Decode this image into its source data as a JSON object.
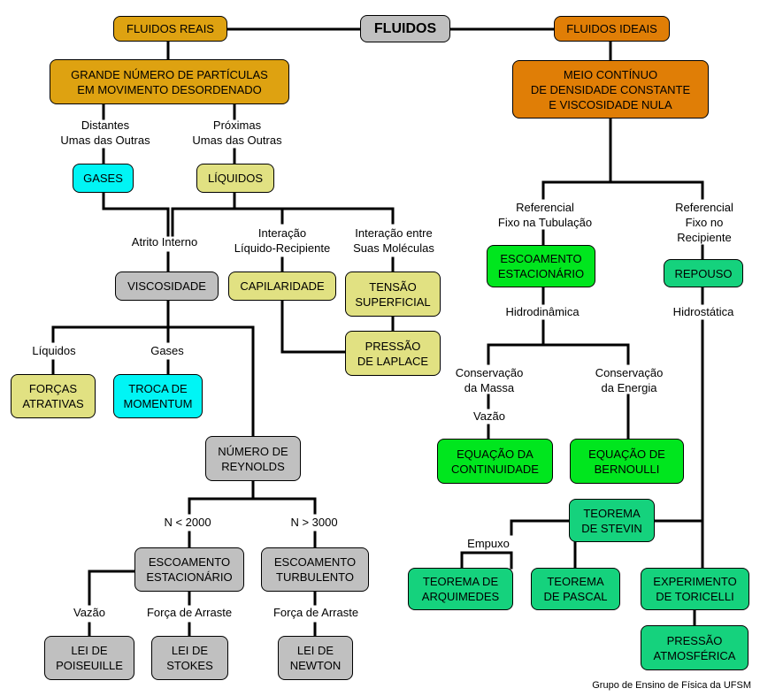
{
  "colors": {
    "real": "#dea211",
    "ideal": "#e07e06",
    "gray": "#c0c0c0",
    "khaki": "#e1e182",
    "cyan": "#00f5f5",
    "green": "#00e61e",
    "teal": "#15d27d",
    "line": "#000000"
  },
  "nodes": {
    "fluidos": "FLUIDOS",
    "fluidos_reais": "FLUIDOS REAIS",
    "fluidos_ideais": "FLUIDOS IDEAIS",
    "grande_numero": "GRANDE NÚMERO DE PARTÍCULAS\nEM MOVIMENTO DESORDENADO",
    "meio_continuo": "MEIO CONTÍNUO\nDE DENSIDADE CONSTANTE\nE VISCOSIDADE NULA",
    "gases": "GASES",
    "liquidos": "LÍQUIDOS",
    "viscosidade": "VISCOSIDADE",
    "capilaridade": "CAPILARIDADE",
    "tensao_superficial": "TENSÃO\nSUPERFICIAL",
    "pressao_laplace": "PRESSÃO\nDE LAPLACE",
    "forcas_atrativas": "FORÇAS\nATRATIVAS",
    "troca_momentum": "TROCA DE\nMOMENTUM",
    "numero_reynolds": "NÚMERO DE\nREYNOLDS",
    "escoamento_estacionario_r": "ESCOAMENTO\nESTACIONÁRIO",
    "escoamento_turbulento": "ESCOAMENTO\nTURBULENTO",
    "lei_poiseuille": "LEI DE\nPOISEUILLE",
    "lei_stokes": "LEI DE\nSTOKES",
    "lei_newton": "LEI DE\nNEWTON",
    "escoamento_estacionario_i": "ESCOAMENTO\nESTACIONÁRIO",
    "repouso": "REPOUSO",
    "equacao_continuidade": "EQUAÇÃO DA\nCONTINUIDADE",
    "equacao_bernoulli": "EQUAÇÃO DE\nBERNOULLI",
    "teorema_stevin": "TEOREMA\nDE STEVIN",
    "teorema_arquimedes": "TEOREMA DE\nARQUIMEDES",
    "teorema_pascal": "TEOREMA\nDE PASCAL",
    "experimento_toricelli": "EXPERIMENTO\nDE TORICELLI",
    "pressao_atmosferica": "PRESSÃO\nATMOSFÉRICA"
  },
  "labels": {
    "distantes": "Distantes\nUmas das Outras",
    "proximas": "Próximas\nUmas das Outras",
    "atrito_interno": "Atrito Interno",
    "interacao_lr": "Interação\nLíquido-Recipiente",
    "interacao_mol": "Interação entre\nSuas Moléculas",
    "liquidos": "Líquidos",
    "gases": "Gases",
    "n_menor": "N < 2000",
    "n_maior": "N > 3000",
    "vazao_r": "Vazão",
    "forca_arraste_1": "Força de Arraste",
    "forca_arraste_2": "Força de Arraste",
    "ref_tubulacao": "Referencial\nFixo na Tubulação",
    "ref_recipiente": "Referencial\nFixo no\nRecipiente",
    "hidrodinamica": "Hidrodinâmica",
    "hidrostatica": "Hidrostática",
    "cons_massa": "Conservação\nda Massa",
    "cons_energia": "Conservação\nda Energia",
    "vazao_i": "Vazão",
    "empuxo": "Empuxo"
  },
  "footer": {
    "credit": "Grupo de Ensino de Física da UFSM"
  }
}
